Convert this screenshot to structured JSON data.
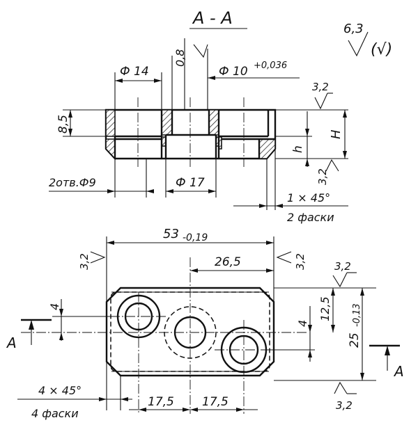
{
  "section": {
    "title": "А - А",
    "surface_general": "6,3",
    "surface_other": "(√)"
  },
  "top_view": {
    "dia_counterbore": "Ф 14",
    "chamfer_depth": "0,8",
    "dia_center_hole": "Ф 10",
    "dia_center_tol": "+0,036",
    "counterbore_depth": "8,5",
    "roughness_top": "3,2",
    "height_total": "H",
    "height_inner": "h",
    "roughness_bottom": "3,2",
    "holes_note": "2отв.Ф9",
    "dia_bottom": "Ф 17",
    "chamfer_note": "1 × 45°",
    "chamfer_count": "2 фаски"
  },
  "plan_view": {
    "width": "53",
    "width_tol": "-0,19",
    "half_width": "26,5",
    "roughness_left": "3,2",
    "roughness_right": "3,2",
    "roughness_top": "3,2",
    "offset_left": "4",
    "offset_right": "4",
    "half_height": "12,5",
    "height": "25",
    "height_tol": "-0,13",
    "section_mark_left": "А",
    "section_mark_right": "А",
    "corner_chamfer": "4 × 45°",
    "corner_chamfer_count": "4 фаски",
    "spacing_1": "17,5",
    "spacing_2": "17,5",
    "roughness_bottom": "3,2"
  }
}
